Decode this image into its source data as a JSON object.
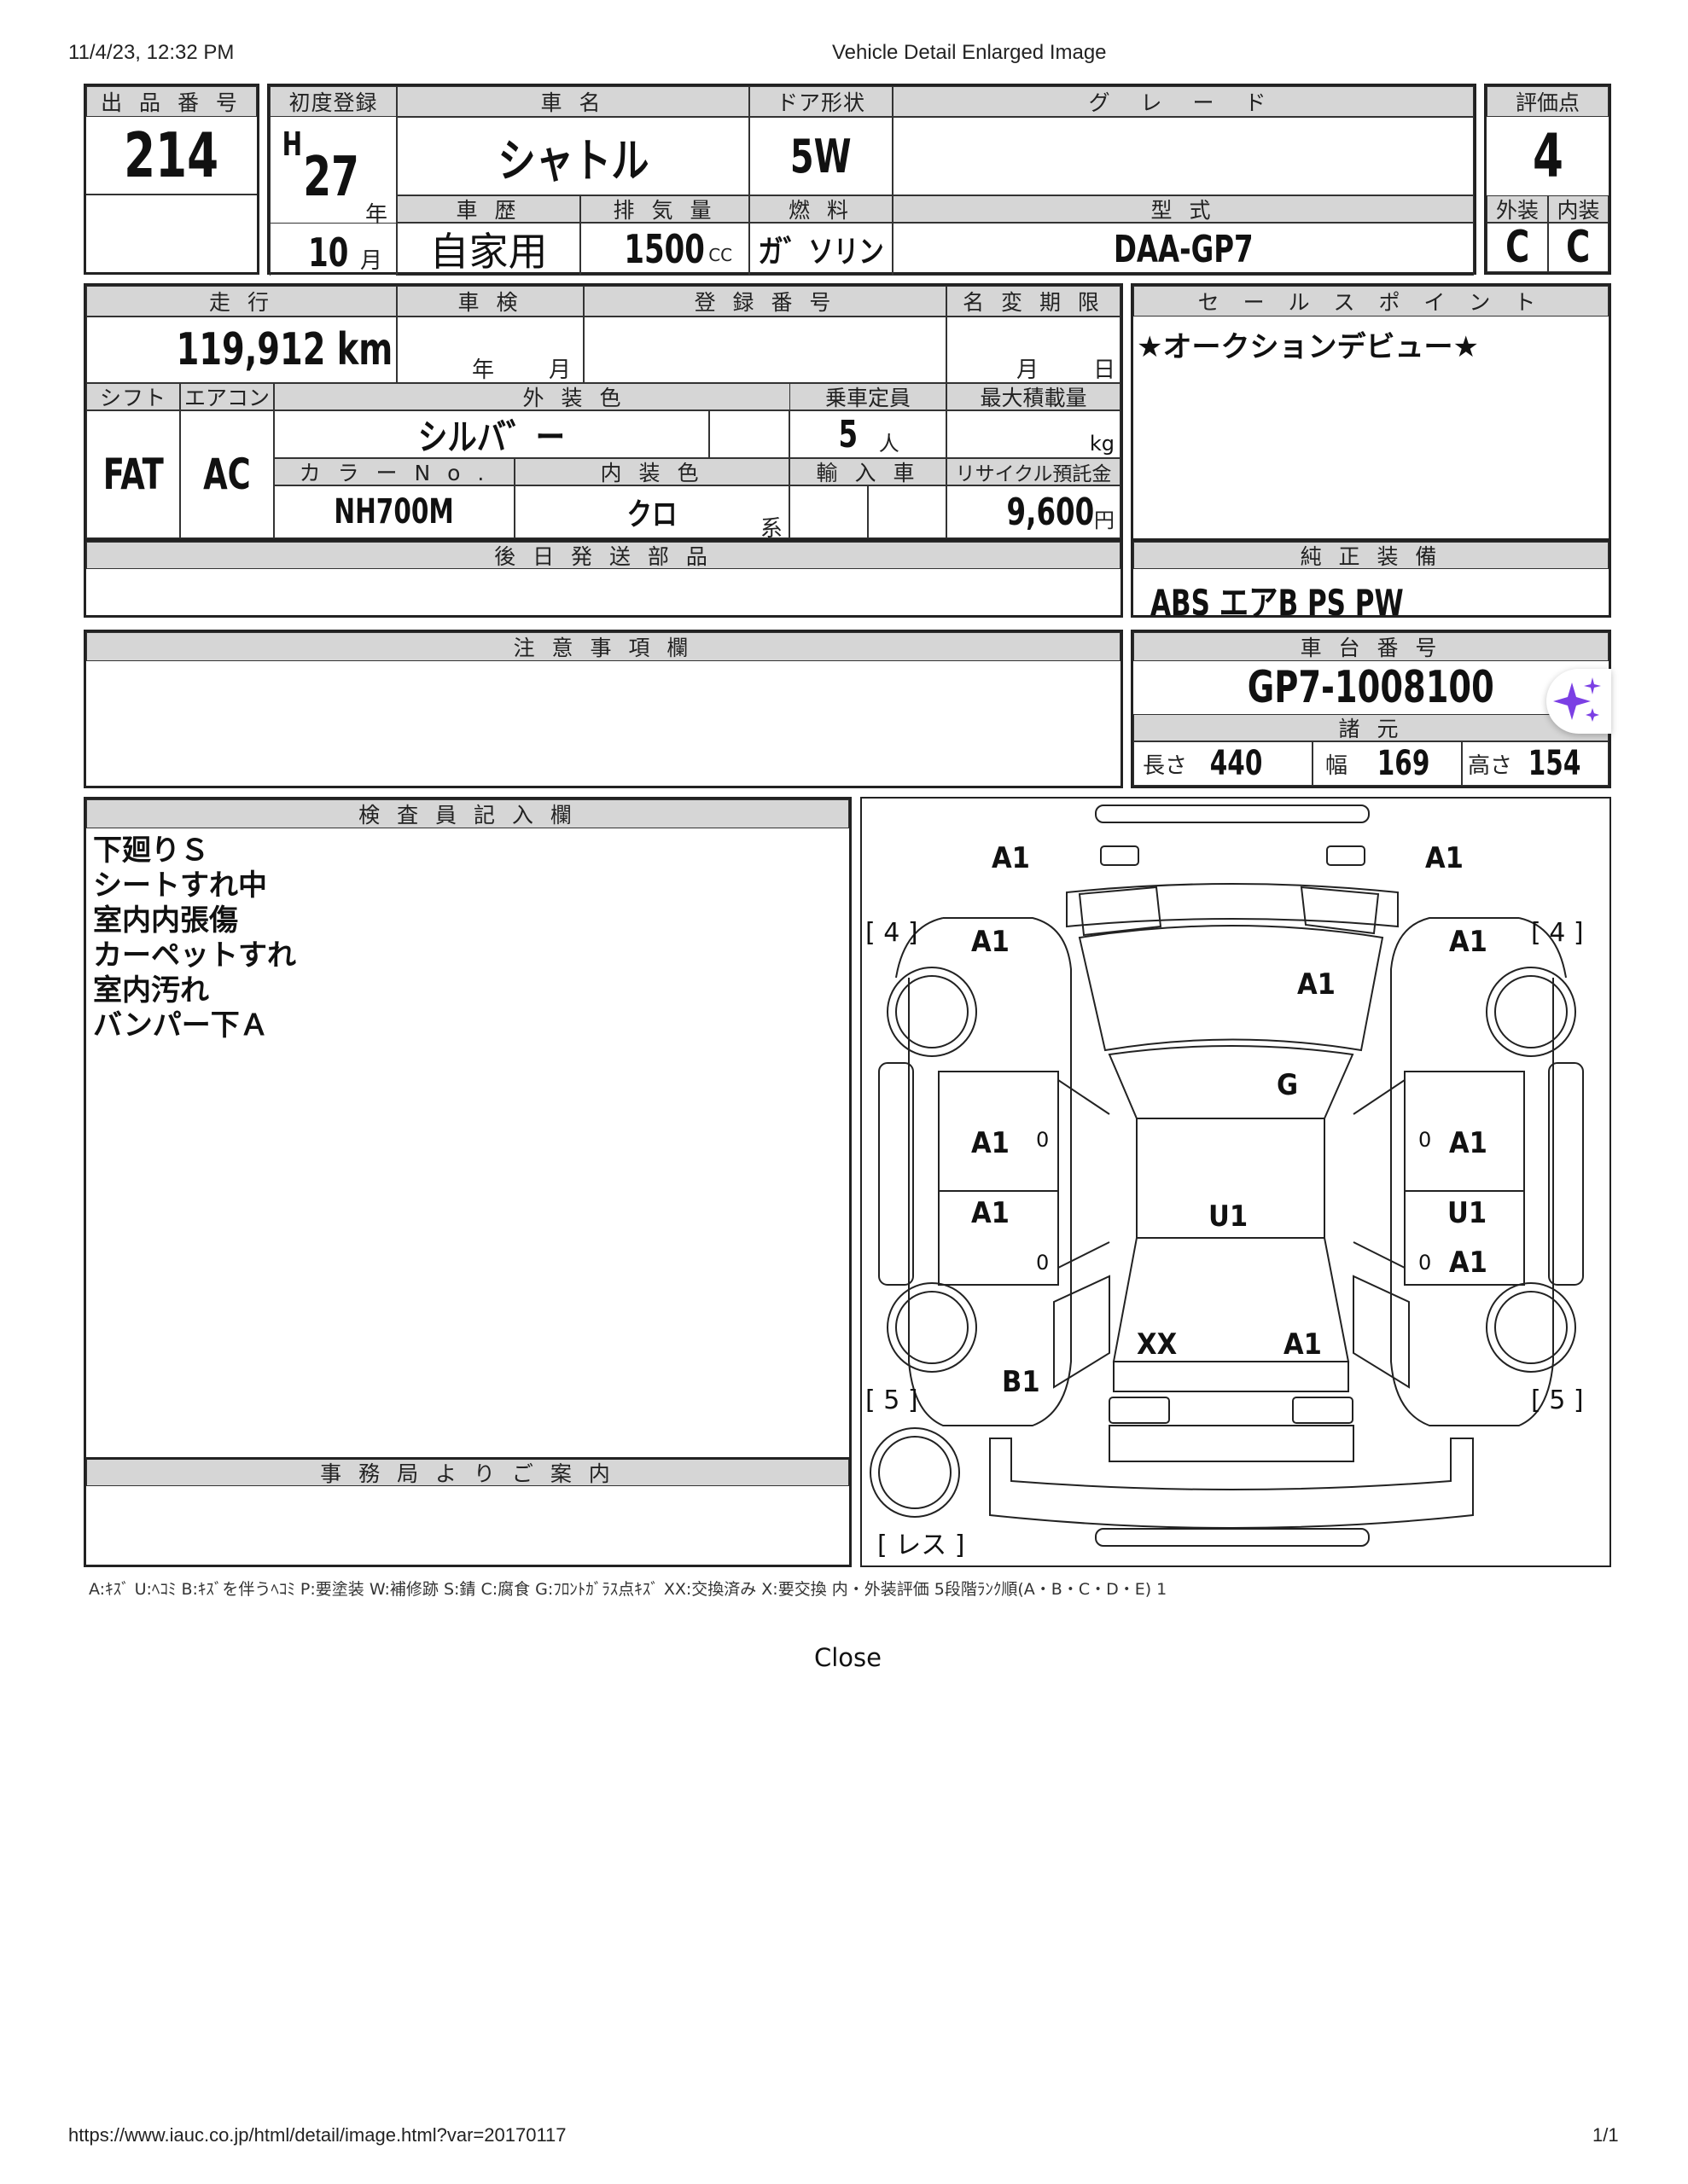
{
  "print": {
    "datetime": "11/4/23, 12:32 PM",
    "title": "Vehicle Detail Enlarged Image",
    "url": "https://www.iauc.co.jp/html/detail/image.html?var=20170117",
    "page": "1/1"
  },
  "labels": {
    "lot": "出 品 番 号",
    "first_reg": "初度登録",
    "name": "車 名",
    "door": "ドア形状",
    "grade": "グ レ ー ド",
    "score": "評価点",
    "history": "車 歴",
    "displacement": "排 気 量",
    "fuel": "燃 料",
    "model": "型 式",
    "exterior": "外装",
    "interior": "内装",
    "mileage": "走 行",
    "inspection": "車 検",
    "reg_no": "登 録 番 号",
    "name_change": "名 変 期 限",
    "sales_point": "セ ー ル ス ポ イ ン ト",
    "shift": "シフト",
    "ac": "エアコン",
    "ext_color": "外 装 色",
    "capacity": "乗車定員",
    "max_load": "最大積載量",
    "color_no": "カ ラ ー N o .",
    "int_color": "内 装 色",
    "import": "輸 入 車",
    "recycle": "リサイクル預託金",
    "later_parts": "後 日 発 送 部 品",
    "equipment": "純 正 装 備",
    "notes": "注 意 事 項 欄",
    "chassis": "車 台 番 号",
    "specs": "諸 元",
    "inspector": "検 査 員 記 入 欄",
    "office": "事 務 局 よ り ご 案 内"
  },
  "vehicle": {
    "lot": "214",
    "era": "H",
    "year": "27",
    "year_unit": "年",
    "month": "10",
    "month_unit": "月",
    "name": "シャトル",
    "door": "5W",
    "grade": "",
    "score": "4",
    "history": "自家用",
    "displacement": "1500",
    "cc": "CC",
    "fuel": "ガ゛ソリン",
    "model": "DAA-GP7",
    "ext_grade": "C",
    "int_grade": "C",
    "mileage": "119,912 km",
    "insp_year": "年",
    "insp_month": "月",
    "name_month": "月",
    "name_day": "日",
    "shift": "FAT",
    "ac": "AC",
    "ext_color": "シルバ゛ー",
    "capacity": "5",
    "capacity_unit": "人",
    "load_unit": "kg",
    "color_no": "NH700M",
    "int_color": "クロ",
    "int_color_suffix": "系",
    "recycle": "9,600",
    "recycle_unit": "円",
    "equipment": "ABS エアB PS PW",
    "chassis": "GP7-1008100",
    "length_label": "長さ",
    "length": "440",
    "width_label": "幅",
    "width": "169",
    "height_label": "高さ",
    "height": "154",
    "sales_point": "★オークションデビュー★"
  },
  "inspector_notes": [
    "下廻りＳ",
    "シートすれ中",
    "室内内張傷",
    "カーペットすれ",
    "室内汚れ",
    "バンパー下Ａ"
  ],
  "diagram": {
    "marks": [
      "A1",
      "A1",
      "A1",
      "A1",
      "A1",
      "G",
      "A1",
      "A1",
      "A1",
      "U1",
      "U1",
      "A1",
      "XX",
      "A1",
      "B1"
    ],
    "tread": [
      "[ 4 ]",
      "[ 4 ]",
      "[ 5 ]",
      "[ 5 ]",
      "[ レス ]"
    ],
    "zeros": [
      "0",
      "0",
      "0",
      "0"
    ]
  },
  "legend": "A:ｷｽﾞ U:ﾍｺﾐ B:ｷｽﾞを伴うﾍｺﾐ P:要塗装 W:補修跡 S:錆 C:腐食 G:ﾌﾛﾝﾄｶﾞﾗｽ点ｷｽﾞ XX:交換済み X:要交換 内・外装評価 5段階ﾗﾝｸ順(A・B・C・D・E) 1",
  "close": "Close",
  "icons": {
    "sparkle": "sparkle-icon"
  },
  "colors": {
    "header_bg": "#d6d6d6",
    "sparkle": "#7b3fe4"
  }
}
